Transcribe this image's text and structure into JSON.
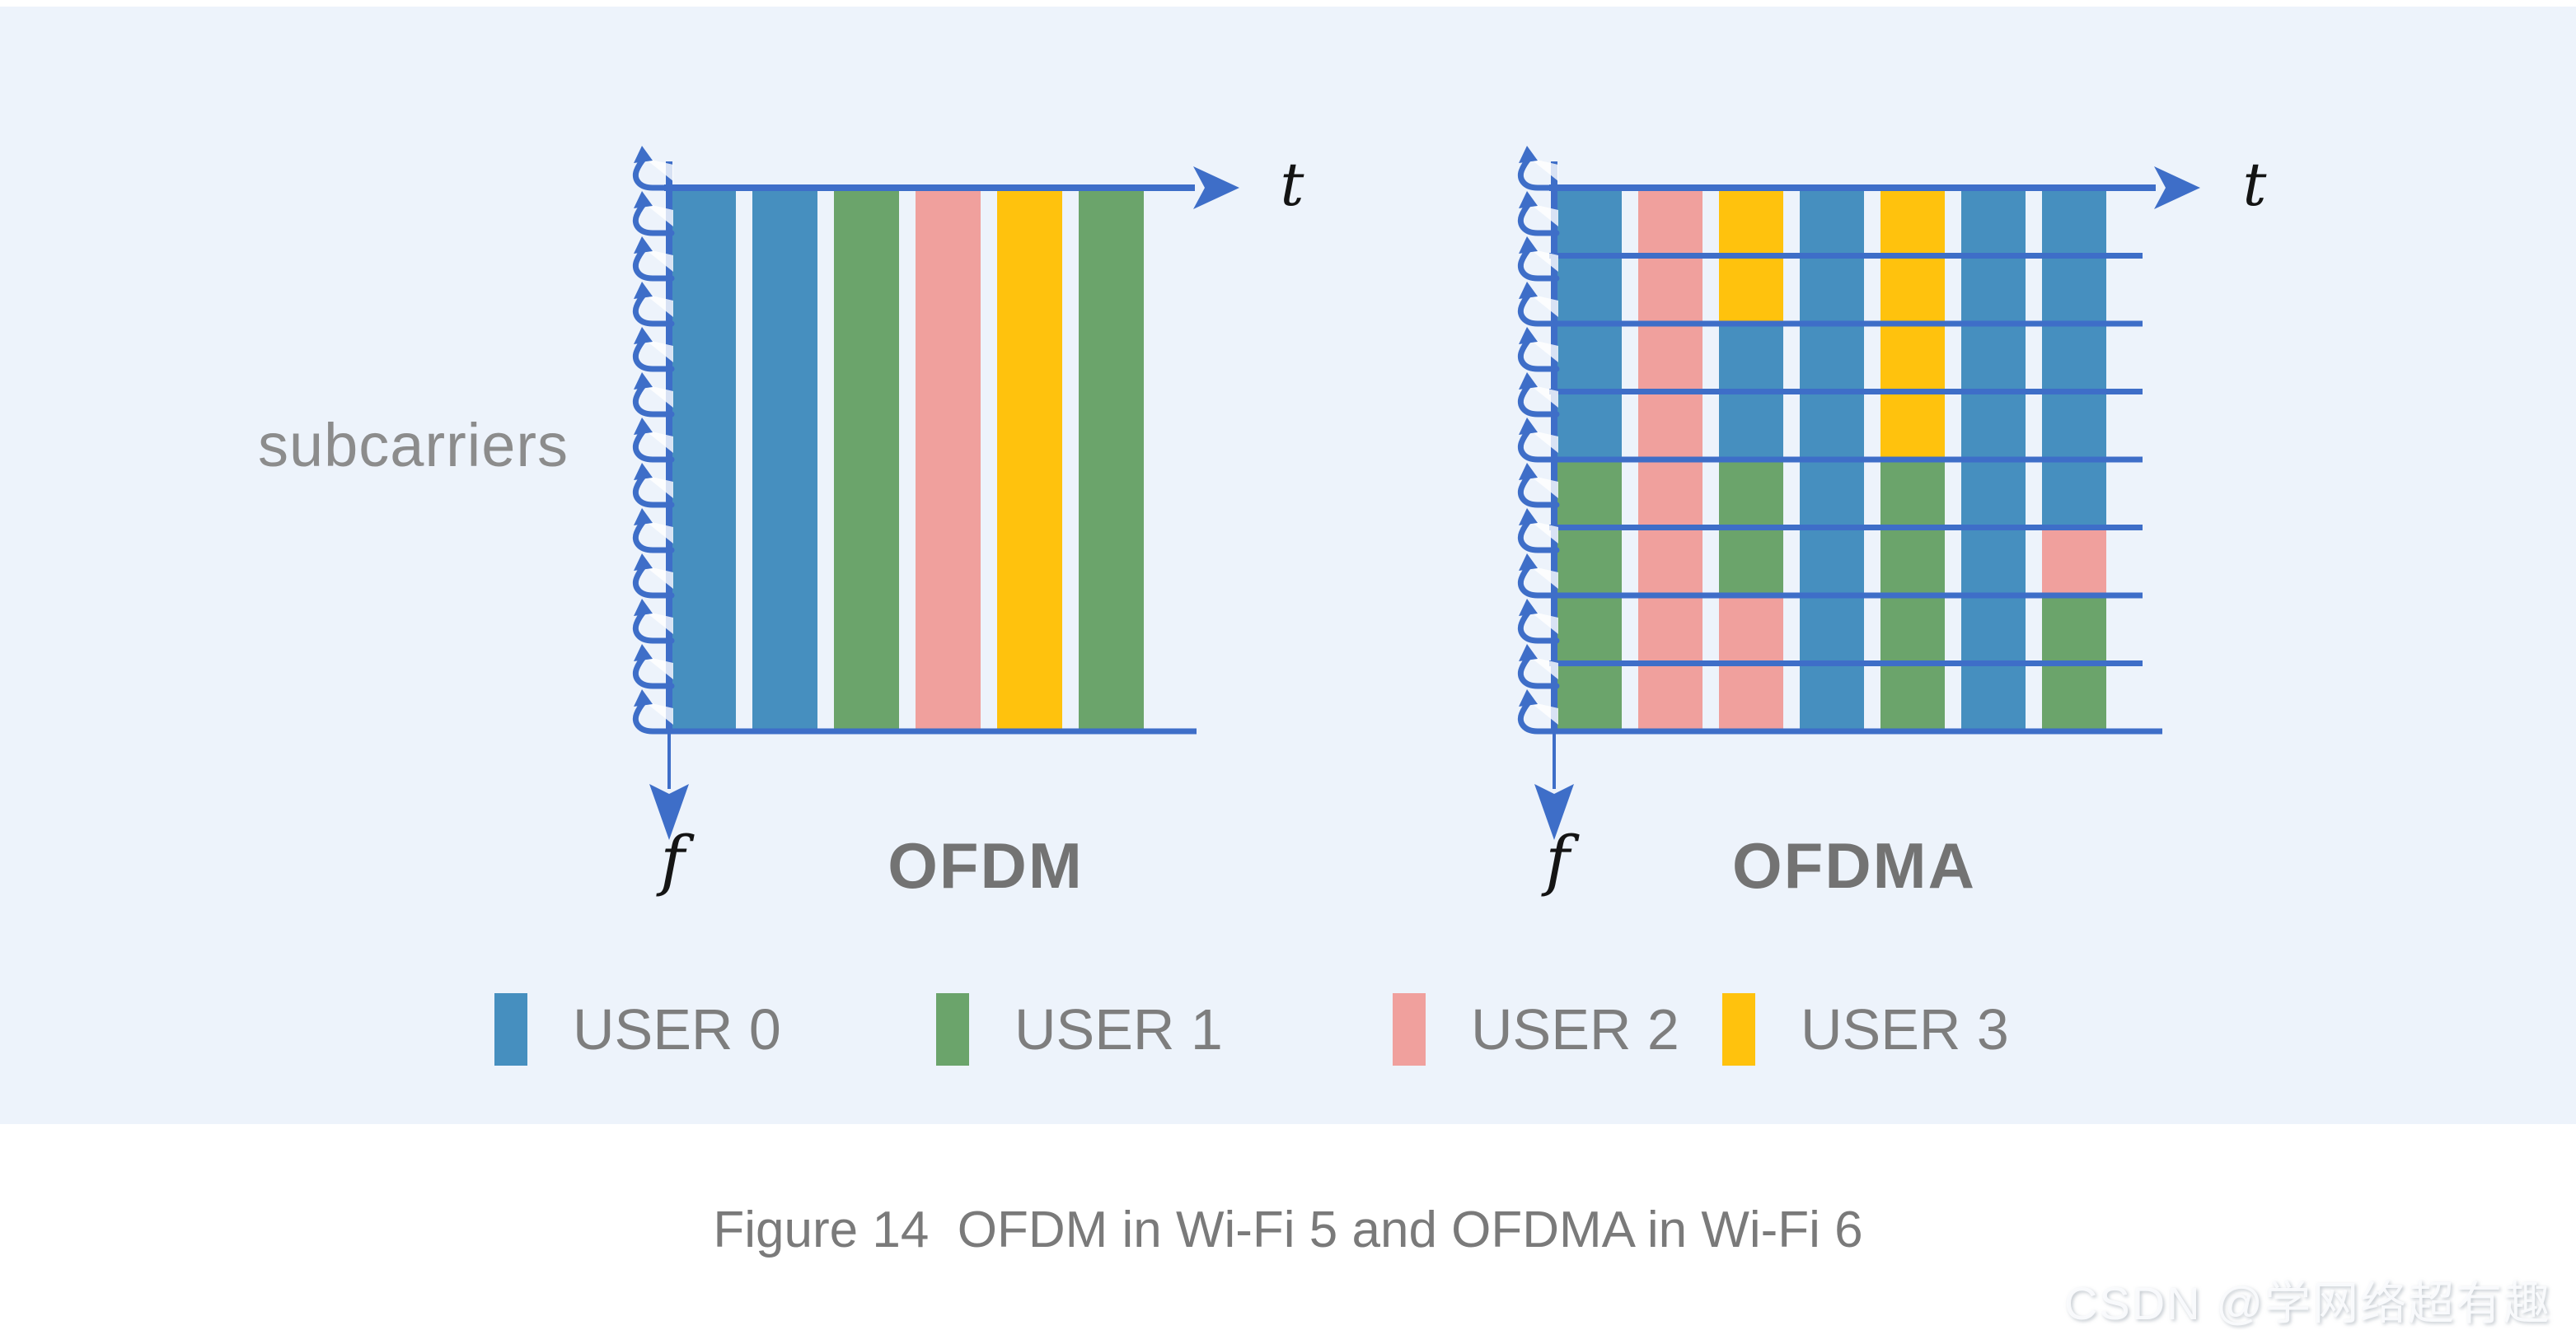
{
  "page": {
    "background_color": "#EDF3FB",
    "axis_color": "#3E6EC8",
    "caption": "Figure 14  OFDM in Wi-Fi 5 and OFDMA in Wi-Fi 6",
    "watermark": "CSDN @学网络超有趣"
  },
  "labels": {
    "subcarriers": "subcarriers",
    "time_axis": "t",
    "freq_axis": "f"
  },
  "legend": {
    "users": [
      {
        "label": "USER 0",
        "color": "#468FBF"
      },
      {
        "label": "USER 1",
        "color": "#6BA46B"
      },
      {
        "label": "USER 2",
        "color": "#F0A09D"
      },
      {
        "label": "USER 3",
        "color": "#FFC20D"
      }
    ]
  },
  "chart_data": [
    {
      "type": "heatmap",
      "title": "OFDM",
      "xlabel": "t",
      "ylabel": "f",
      "subcarrier_arrow_count": 13,
      "time_columns": 6,
      "column_users": [
        0,
        0,
        1,
        2,
        3,
        1
      ]
    },
    {
      "type": "heatmap",
      "title": "OFDMA",
      "xlabel": "t",
      "ylabel": "f",
      "subcarrier_arrow_count": 13,
      "time_columns": 7,
      "subcarrier_group_rows": 8,
      "grid_users": [
        [
          0,
          2,
          3,
          0,
          3,
          0,
          0
        ],
        [
          0,
          2,
          3,
          0,
          3,
          0,
          0
        ],
        [
          0,
          2,
          0,
          0,
          3,
          0,
          0
        ],
        [
          0,
          2,
          0,
          0,
          3,
          0,
          0
        ],
        [
          1,
          2,
          1,
          0,
          1,
          0,
          0
        ],
        [
          1,
          2,
          1,
          0,
          1,
          0,
          2
        ],
        [
          1,
          2,
          2,
          0,
          1,
          0,
          1
        ],
        [
          1,
          2,
          2,
          0,
          1,
          0,
          1
        ]
      ]
    }
  ]
}
